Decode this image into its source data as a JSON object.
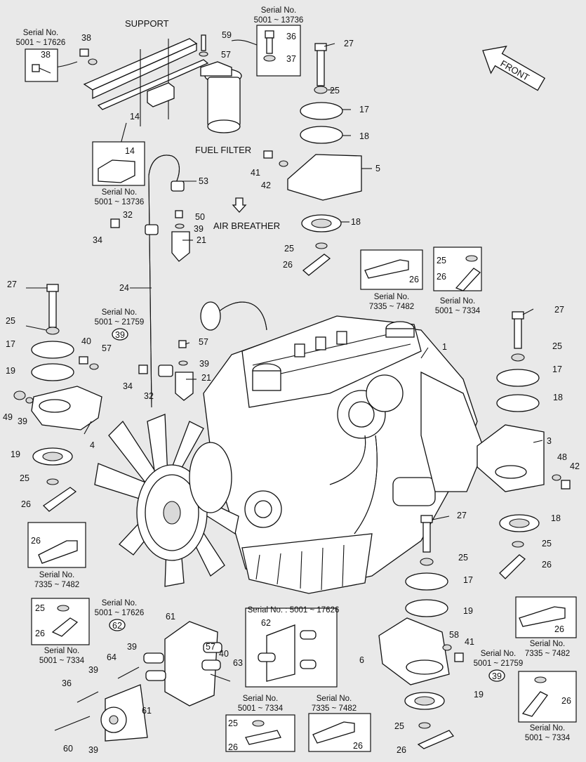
{
  "titles": {
    "support": "SUPPORT",
    "fuel_filter": "FUEL FILTER",
    "air_breather": "AIR BREATHER",
    "front": "FRONT"
  },
  "serials": {
    "s_17626": [
      "Serial No.",
      "5001 ~ 17626"
    ],
    "s_13736_top": [
      "Serial No.",
      "5001 ~ 13736"
    ],
    "s_13736_left": [
      "Serial No.",
      "5001 ~ 13736"
    ],
    "s_7482_a": [
      "Serial No.",
      "7335 ~ 7482"
    ],
    "s_7334_a": [
      "Serial No.",
      "5001 ~ 7334"
    ],
    "s_21759_left": [
      "Serial No.",
      "5001 ~ 21759"
    ],
    "s_7482_b": [
      "Serial No.",
      "7335 ~ 7482"
    ],
    "s_7334_b": [
      "Serial No.",
      "5001 ~ 7334"
    ],
    "s_17626_b": [
      "Serial No.",
      "5001 ~ 17626"
    ],
    "s_17626_box": "Serial No. : 5001 ~ 17626",
    "s_7482_c": [
      "Serial No.",
      "7335 ~ 7482"
    ],
    "s_21759_right": [
      "Serial No.",
      "5001 ~ 21759"
    ],
    "s_7334_c": [
      "Serial No.",
      "5001 ~ 7334"
    ],
    "s_7482_d": [
      "Serial No.",
      "7335 ~ 7482"
    ],
    "s_7334_d": [
      "Serial No.",
      "5001 ~ 7334"
    ]
  },
  "circled": [
    "39",
    "39",
    "62",
    "39"
  ],
  "labels": [
    "1",
    "3",
    "4",
    "5",
    "6",
    "14",
    "14",
    "17",
    "17",
    "17",
    "17",
    "18",
    "18",
    "18",
    "18",
    "19",
    "19",
    "19",
    "19",
    "21",
    "21",
    "24",
    "25",
    "25",
    "25",
    "25",
    "25",
    "25",
    "25",
    "25",
    "25",
    "25",
    "25",
    "26",
    "26",
    "26",
    "26",
    "26",
    "26",
    "26",
    "26",
    "26",
    "26",
    "26",
    "26",
    "27",
    "27",
    "27",
    "27",
    "32",
    "32",
    "34",
    "34",
    "36",
    "36",
    "37",
    "38",
    "38",
    "39",
    "39",
    "39",
    "39",
    "39",
    "39",
    "40",
    "40",
    "41",
    "41",
    "42",
    "42",
    "48",
    "49",
    "50",
    "53",
    "57",
    "57",
    "57",
    "57",
    "58",
    "59",
    "60",
    "61",
    "61",
    "62",
    "63",
    "64"
  ]
}
